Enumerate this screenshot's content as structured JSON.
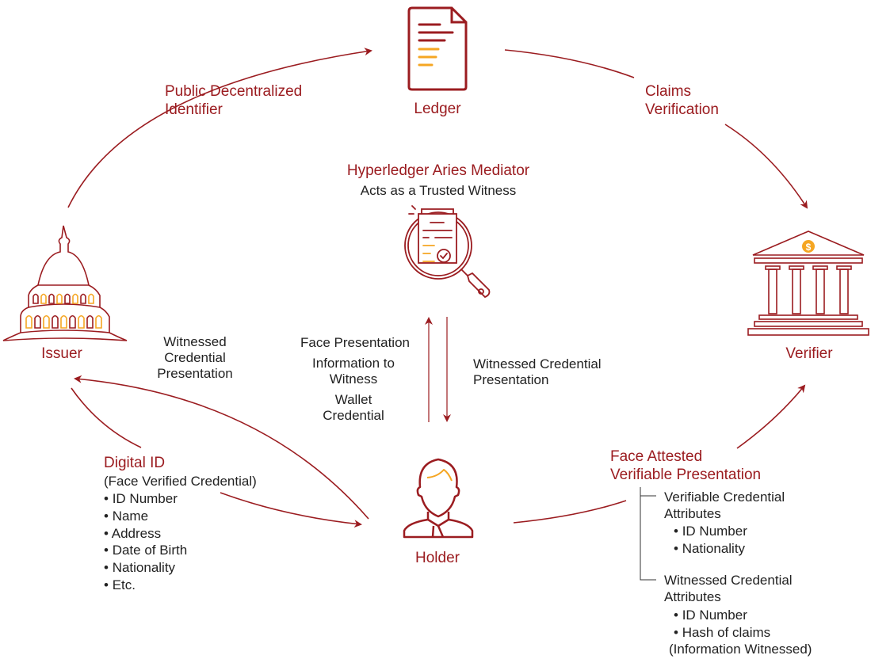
{
  "colors": {
    "primary": "#9b1c20",
    "accent": "#f5a623",
    "text": "#222222"
  },
  "nodes": {
    "ledger": {
      "label": "Ledger",
      "icon": "document-icon"
    },
    "issuer": {
      "label": "Issuer",
      "icon": "capitol-building-icon"
    },
    "verifier": {
      "label": "Verifier",
      "icon": "bank-icon"
    },
    "holder": {
      "label": "Holder",
      "icon": "person-icon"
    },
    "mediator": {
      "title": "Hyperledger Aries Mediator",
      "subtitle": "Acts as a Trusted Witness",
      "icon": "magnifier-document-icon"
    }
  },
  "edges": {
    "public_did": [
      "Public Decentralized",
      "Identifier"
    ],
    "claims_verification": [
      "Claims",
      "Verification"
    ],
    "witnessed_left": [
      "Witnessed",
      "Credential",
      "Presentation"
    ],
    "face_presentation": "Face Presentation",
    "info_to_witness": [
      "Information to",
      "Witness"
    ],
    "wallet_credential": [
      "Wallet",
      "Credential"
    ],
    "witnessed_right": [
      "Witnessed Credential",
      "Presentation"
    ]
  },
  "digital_id": {
    "title": "Digital ID",
    "subtitle": "(Face Verified Credential)",
    "items": [
      "ID Number",
      "Name",
      "Address",
      "Date of Birth",
      "Nationality",
      "Etc."
    ]
  },
  "presentation": {
    "title": [
      "Face Attested",
      "Verifiable Presentation"
    ],
    "groups": [
      {
        "title": [
          "Verifiable Credential",
          "Attributes"
        ],
        "items": [
          "ID Number",
          "Nationality"
        ]
      },
      {
        "title": [
          "Witnessed Credential",
          "Attributes"
        ],
        "items": [
          "ID Number",
          "Hash of claims",
          "(Information Witnessed)"
        ]
      }
    ]
  }
}
